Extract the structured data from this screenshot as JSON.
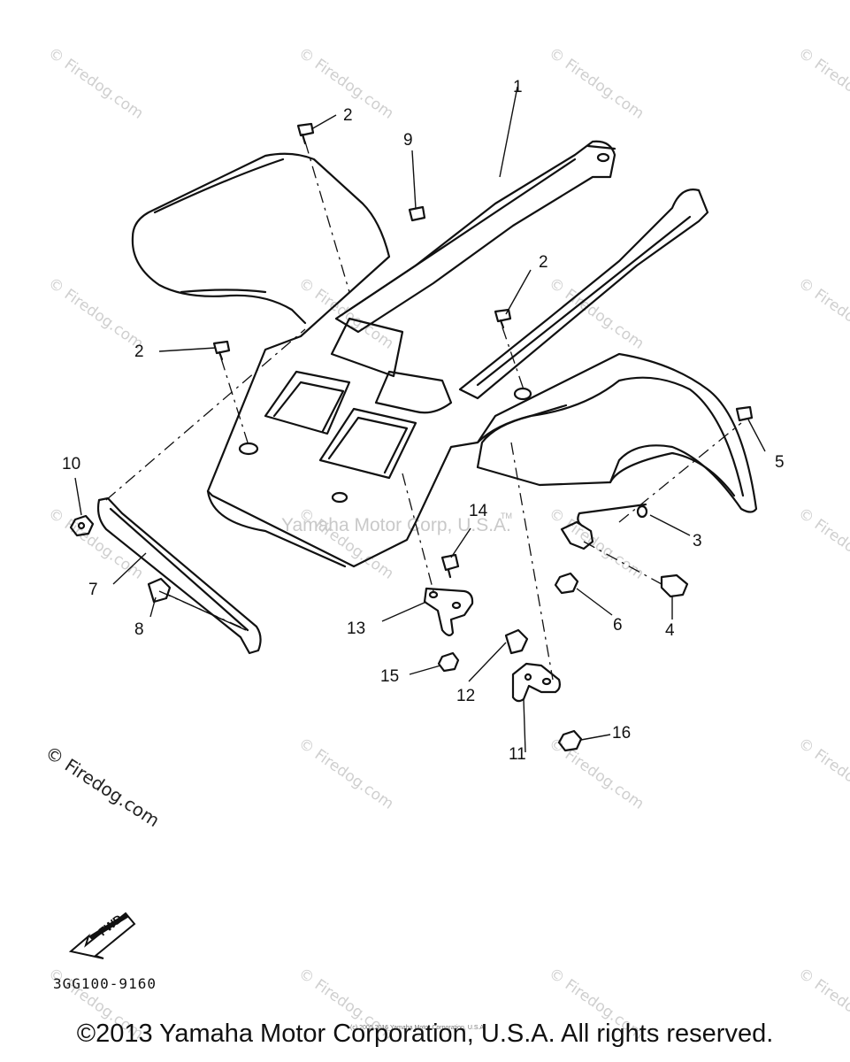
{
  "diagram": {
    "callouts": [
      "1",
      "2",
      "2",
      "2",
      "3",
      "4",
      "5",
      "6",
      "7",
      "8",
      "9",
      "10",
      "11",
      "12",
      "13",
      "14",
      "15",
      "16"
    ],
    "center_watermark": "Yamaha Motor Corp, U.S.A.",
    "center_watermark_tm": "TM",
    "watermark_text": "© Firedog.com",
    "firedog_label": "© Firedog.com",
    "fwd_label": "FWD",
    "part_code": "3GG100-9160",
    "tiny_copyright": "(c) 2005 2016 Yamaha Motor Corporation, U.S.A.",
    "footer": "©2013 Yamaha Motor Corporation, U.S.A. All rights reserved."
  }
}
